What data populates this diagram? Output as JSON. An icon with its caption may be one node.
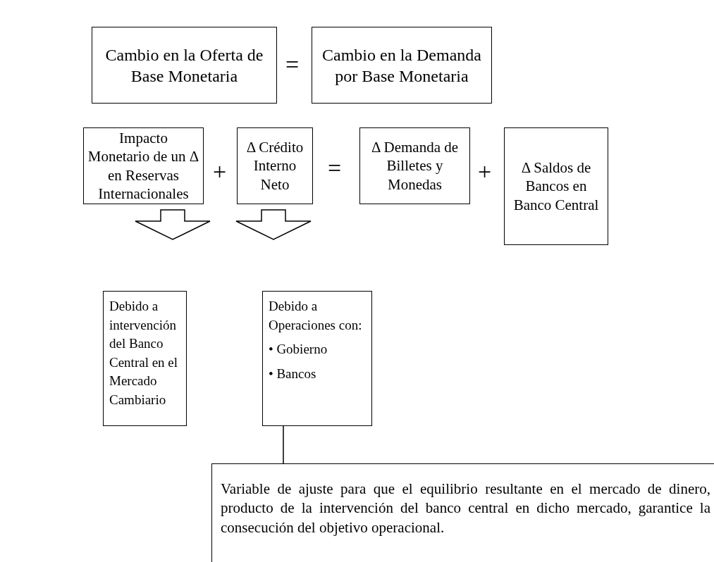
{
  "diagram": {
    "nodes": [
      {
        "text": [
          "Cambio en la Oferta de Base Monetaria"
        ]
      },
      {
        "text": [
          "Cambio en la Demanda por Base Monetaria"
        ]
      },
      {
        "text": [
          "Impacto Monetario de un Δ en Reservas Internacionales"
        ]
      },
      {
        "text": [
          "Δ Crédito Interno Neto"
        ]
      },
      {
        "text": [
          "Δ Demanda de Billetes y Monedas"
        ]
      },
      {
        "text": [
          "Δ Saldos de Bancos en Banco Central"
        ]
      },
      {
        "text": [
          "Debido a intervención del Banco Central en el Mercado Cambiario"
        ]
      },
      {
        "text": [
          "Debido a Operaciones con:",
          "• Gobierno",
          "• Bancos"
        ]
      },
      {
        "text": [
          "Variable de ajuste para que el equilibrio resultante en el mercado de dinero, producto de la intervención del banco central en dicho mercado, garantice la consecución del objetivo operacional."
        ]
      }
    ],
    "edges": [
      {
        "from": 2,
        "to": 6,
        "arrow": "to"
      },
      {
        "from": 3,
        "to": 7,
        "arrow": "to"
      },
      {
        "from": 7,
        "to": 8,
        "arrow": "none"
      }
    ],
    "labels": [
      "=",
      "+",
      "=",
      "+"
    ]
  }
}
